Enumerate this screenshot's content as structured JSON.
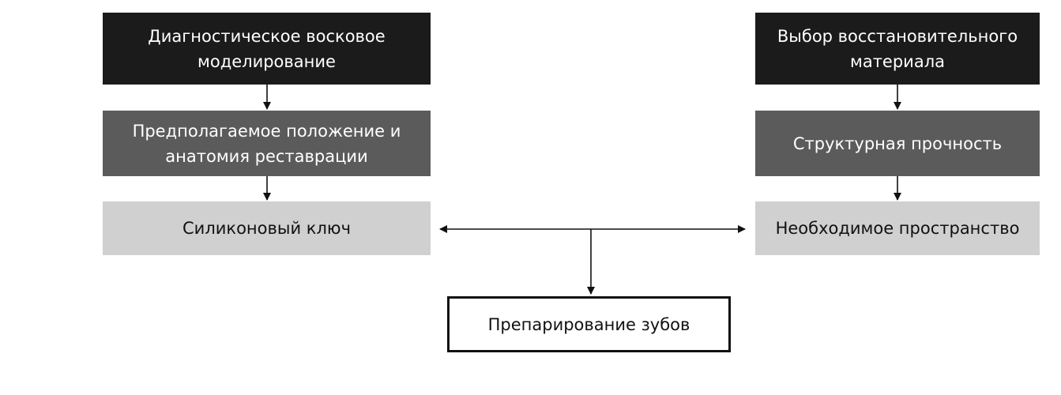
{
  "diagram": {
    "left_column": {
      "wax_modeling": "Диагностическое восковое моделирование",
      "position_anatomy": "Предполагаемое положение и анатомия реставрации",
      "silicone_key": "Силиконовый ключ"
    },
    "right_column": {
      "material_choice": "Выбор восстановительного материала",
      "structural_strength": "Структурная прочность",
      "required_space": "Необходимое пространство"
    },
    "result": {
      "tooth_preparation": "Препарирование зубов"
    }
  }
}
